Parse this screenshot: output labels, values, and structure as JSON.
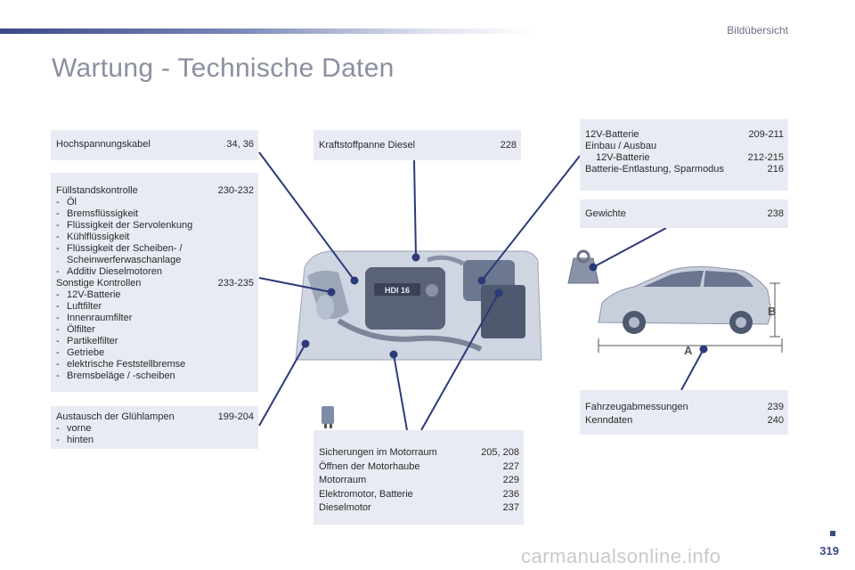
{
  "header": {
    "section": "Bildübersicht",
    "title": "Wartung - Technische Daten"
  },
  "boxes": {
    "hv": {
      "label": "Hochspannungskabel",
      "pages": "34, 36"
    },
    "fill": {
      "label": "Füllstandskontrolle",
      "pages": "230-232",
      "items": [
        "Öl",
        "Bremsflüssigkeit",
        "Flüssigkeit der Servolenkung",
        "Kühlflüssigkeit",
        "Flüssigkeit der Scheiben- /",
        "Additiv Dieselmotoren"
      ],
      "item_cont": "Scheinwerferwaschanlage",
      "label2": "Sonstige Kontrollen",
      "pages2": "233-235",
      "items2": [
        "12V-Batterie",
        "Luftfilter",
        "Innenraumfilter",
        "Ölfilter",
        "Partikelfilter",
        "Getriebe",
        "elektrische Feststellbremse",
        "Bremsbeläge / -scheiben"
      ]
    },
    "bulbs": {
      "label": "Austausch der Glühlampen",
      "pages": "199-204",
      "items": [
        "vorne",
        "hinten"
      ]
    },
    "fuel": {
      "label": "Kraftstoffpanne Diesel",
      "pages": "228"
    },
    "fuses": {
      "rows": [
        {
          "label": "Sicherungen im Motorraum",
          "pages": "205, 208"
        },
        {
          "label": "Öffnen der Motorhaube",
          "pages": "227"
        },
        {
          "label": "Motorraum",
          "pages": "229"
        },
        {
          "label": "Elektromotor, Batterie",
          "pages": "236"
        },
        {
          "label": "Dieselmotor",
          "pages": "237"
        }
      ]
    },
    "battery": {
      "row1_label": "12V-Batterie",
      "row1_pages": "209-211",
      "row2_label": "Einbau / Ausbau",
      "row3_label": "12V-Batterie",
      "row3_pages": "212-215",
      "row4_label": "Batterie-Entlastung, Sparmodus",
      "row4_pages": "216"
    },
    "weight": {
      "label": "Gewichte",
      "pages": "238"
    },
    "dims": {
      "rows": [
        {
          "label": "Fahrzeugabmessungen",
          "pages": "239"
        },
        {
          "label": "Kenndaten",
          "pages": "240"
        }
      ]
    }
  },
  "illustration": {
    "engine_badge": "HDI 16",
    "dim_a": "A",
    "dim_b": "B"
  },
  "footer": {
    "page_number": "319",
    "watermark": "carmanualsonline.info"
  },
  "colors": {
    "accent": "#3a4a86",
    "box_bg": "#e8ebf3",
    "title": "#8a8fa0"
  }
}
